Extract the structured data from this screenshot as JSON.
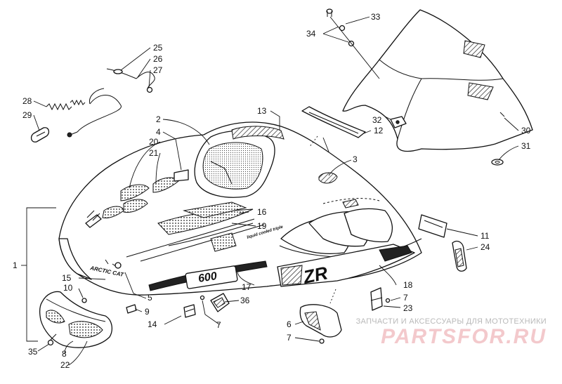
{
  "decals": {
    "hood_brand": "ARCTIC CAT",
    "side_number": "600",
    "model": "ZR",
    "stripe_text": "liquid cooled triple"
  },
  "callouts": [
    {
      "id": "c1",
      "label": "1"
    },
    {
      "id": "c2",
      "label": "2"
    },
    {
      "id": "c3",
      "label": "3"
    },
    {
      "id": "c4",
      "label": "4"
    },
    {
      "id": "c5",
      "label": "5"
    },
    {
      "id": "c6",
      "label": "6"
    },
    {
      "id": "c7a",
      "label": "7"
    },
    {
      "id": "c7b",
      "label": "7"
    },
    {
      "id": "c7c",
      "label": "7"
    },
    {
      "id": "c8",
      "label": "8"
    },
    {
      "id": "c9",
      "label": "9"
    },
    {
      "id": "c10",
      "label": "10"
    },
    {
      "id": "c11",
      "label": "11"
    },
    {
      "id": "c12",
      "label": "12"
    },
    {
      "id": "c13",
      "label": "13"
    },
    {
      "id": "c14",
      "label": "14"
    },
    {
      "id": "c15",
      "label": "15"
    },
    {
      "id": "c16",
      "label": "16"
    },
    {
      "id": "c17",
      "label": "17"
    },
    {
      "id": "c18",
      "label": "18"
    },
    {
      "id": "c19",
      "label": "19"
    },
    {
      "id": "c20",
      "label": "20"
    },
    {
      "id": "c21",
      "label": "21"
    },
    {
      "id": "c22",
      "label": "22"
    },
    {
      "id": "c23",
      "label": "23"
    },
    {
      "id": "c24",
      "label": "24"
    },
    {
      "id": "c25",
      "label": "25"
    },
    {
      "id": "c26",
      "label": "26"
    },
    {
      "id": "c27",
      "label": "27"
    },
    {
      "id": "c28",
      "label": "28"
    },
    {
      "id": "c29",
      "label": "29"
    },
    {
      "id": "c30",
      "label": "30"
    },
    {
      "id": "c31",
      "label": "31"
    },
    {
      "id": "c32",
      "label": "32"
    },
    {
      "id": "c33",
      "label": "33"
    },
    {
      "id": "c34",
      "label": "34"
    },
    {
      "id": "c35",
      "label": "35"
    },
    {
      "id": "c36",
      "label": "36"
    }
  ],
  "watermark": {
    "subtitle": "ЗАПЧАСТИ И АКСЕССУАРЫ ДЛЯ МОТОТЕХНИКИ",
    "brand": "PARTSFOR.RU"
  },
  "colors": {
    "line": "#111111",
    "background": "#ffffff",
    "watermark_brand": "#f3c9cc",
    "watermark_subtitle": "#b9b9b9"
  }
}
